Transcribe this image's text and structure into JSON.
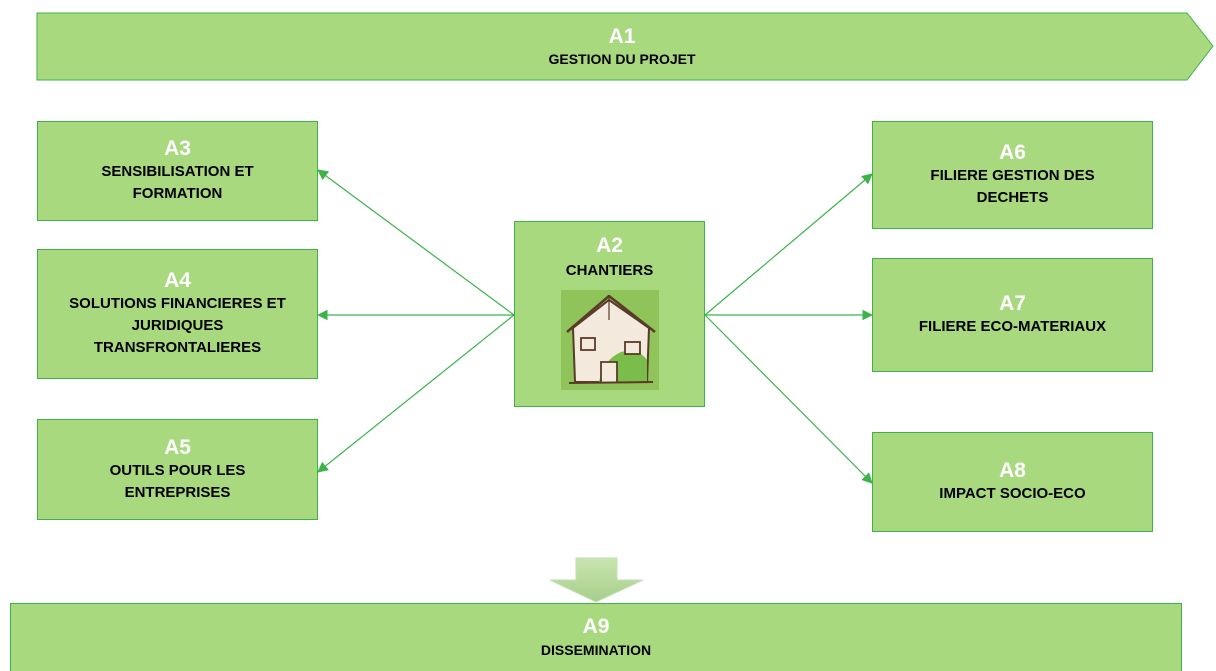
{
  "colors": {
    "box_fill": "#a9d97f",
    "box_border": "#3bb34a",
    "arrow": "#3bb34a",
    "code_text": "#ffffff"
  },
  "a1": {
    "code": "A1",
    "label": "GESTION DU PROJET"
  },
  "a2": {
    "code": "A2",
    "label": "CHANTIERS",
    "icon": "house-icon"
  },
  "a3": {
    "code": "A3",
    "label": "SENSIBILISATION ET\nFORMATION"
  },
  "a4": {
    "code": "A4",
    "label": "SOLUTIONS FINANCIERES ET\nJURIDIQUES\nTRANSFRONTALIERES"
  },
  "a5": {
    "code": "A5",
    "label": "OUTILS POUR LES\nENTREPRISES"
  },
  "a6": {
    "code": "A6",
    "label": "FILIERE GESTION DES\nDECHETS"
  },
  "a7": {
    "code": "A7",
    "label": "FILIERE ECO-MATERIAUX"
  },
  "a8": {
    "code": "A8",
    "label": "IMPACT SOCIO-ECO"
  },
  "a9": {
    "code": "A9",
    "label": "DISSEMINATION"
  }
}
